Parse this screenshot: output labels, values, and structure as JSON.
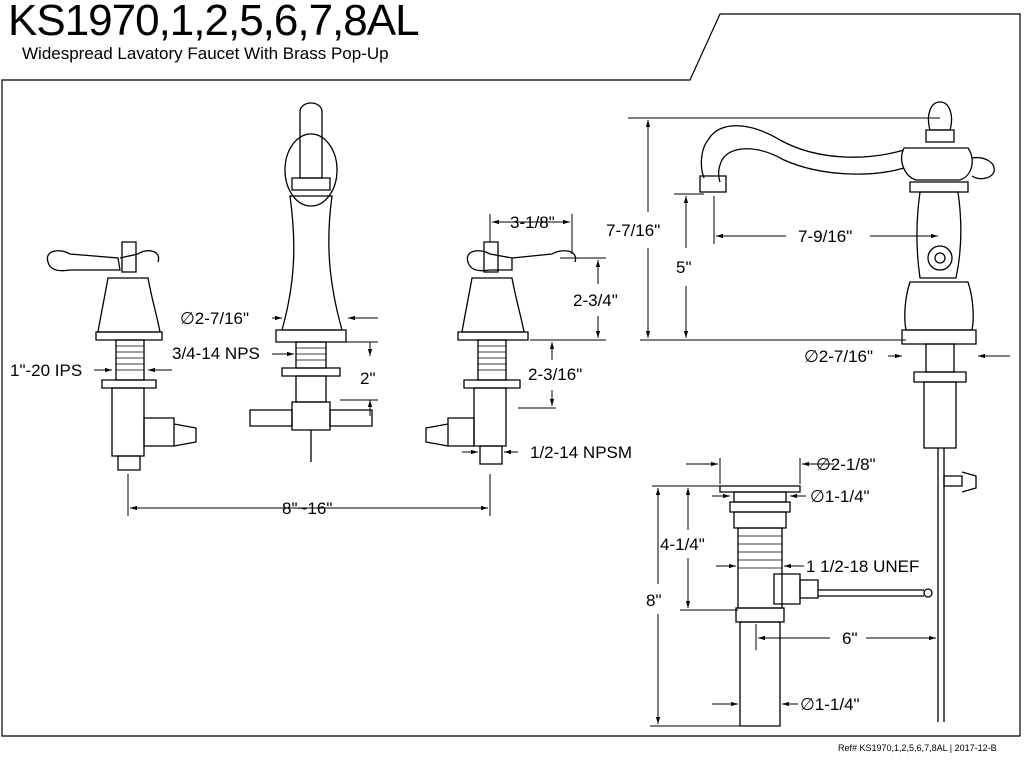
{
  "header": {
    "title": "KS1970,1,2,5,6,7,8AL",
    "subtitle": "Widespread Lavatory Faucet With Brass Pop-Up"
  },
  "footer": {
    "ref": "Ref# KS1970,1,2,5,6,7,8AL | 2017-12-B"
  },
  "dimensions": {
    "spout_diameter_front": "∅2-7/16\"",
    "handle_nps": "3/4-14 NPS",
    "shank_ips": "1\"-20 IPS",
    "shank_2in": "2\"",
    "handle_width": "3-1/8\"",
    "handle_height": "2-3/4\"",
    "handle_shank": "2-3/16\"",
    "npsm": "1/2-14 NPSM",
    "spread": "8\"~16\"",
    "overall_height": "7-7/16\"",
    "spout_height": "5\"",
    "spout_reach": "7-9/16\"",
    "spout_diameter_side": "∅2-7/16\"",
    "drain_flange": "∅2-1/8\"",
    "drain_top_dia": "∅1-1/4\"",
    "drain_body": "4-1/4\"",
    "drain_thread": "1 1/2-18 UNEF",
    "drain_total": "8\"",
    "rod_length": "6\"",
    "tailpiece_dia": "∅1-1/4\""
  }
}
